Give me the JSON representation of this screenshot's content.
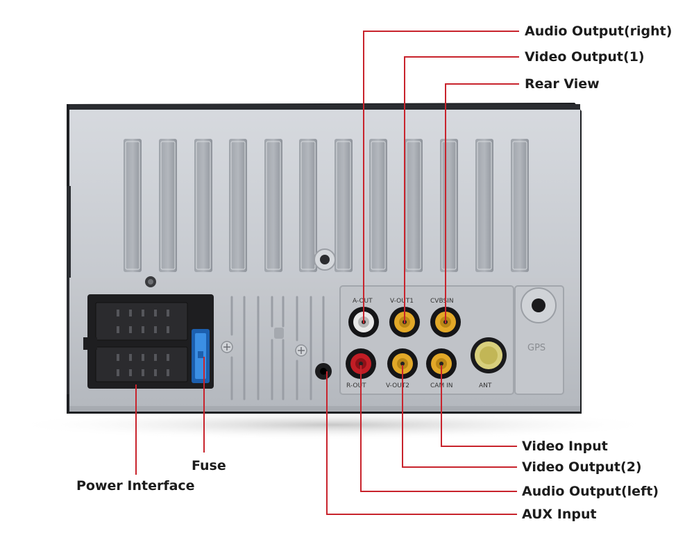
{
  "colors": {
    "leader_line": "#c8232c",
    "label_text": "#1c1c1c",
    "housing": "#c9ccd1",
    "connector_block": "#1e1e20",
    "fuse": "#2e7fd6",
    "rca_yellow": "#e2a828",
    "rca_red": "#c21d25",
    "rca_white": "#e8e8e8"
  },
  "callouts": {
    "audio_output_right": "Audio Output(right)",
    "video_output_1": "Video Output(1)",
    "rear_view": "Rear View",
    "video_input": "Video Input",
    "video_output_2": "Video Output(2)",
    "audio_output_left": "Audio Output(left)",
    "aux_input": "AUX Input",
    "fuse": "Fuse",
    "power_interface": "Power Interface"
  },
  "panel_labels": {
    "a_out": "A-OUT",
    "v_out1": "V-OUT1",
    "cvbsin": "CVBSIN",
    "r_out": "R-OUT",
    "v_out2": "V-OUT2",
    "cam_in": "CAM IN",
    "ant": "ANT",
    "gps": "GPS"
  },
  "icons": {
    "rca_jack": "rca-jack-icon",
    "screw": "screw-icon",
    "antenna_port": "antenna-port-icon",
    "gps_port": "gps-port-icon"
  }
}
